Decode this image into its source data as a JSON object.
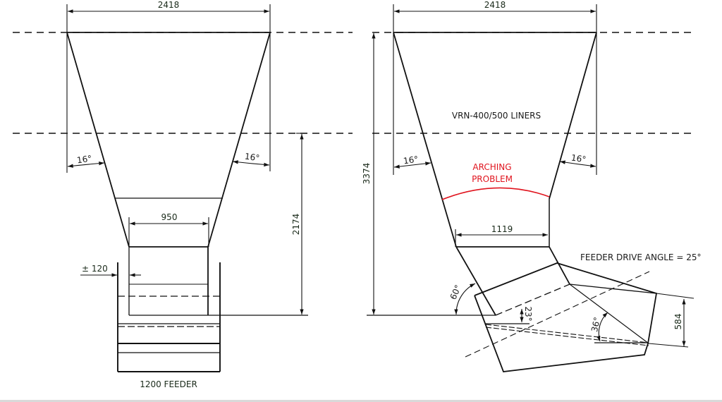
{
  "drawing": {
    "left_view": {
      "top_width": "2418",
      "bottom_opening_width": "950",
      "height": "2174",
      "side_angle_left": "16°",
      "side_angle_right": "16°",
      "offset": "± 120",
      "feeder_label": "1200 FEEDER"
    },
    "right_view": {
      "top_width": "2418",
      "overall_height": "3374",
      "side_angle_left": "16°",
      "side_angle_right": "16°",
      "liner_label": "VRN-400/500 LINERS",
      "problem_label_line1": "ARCHING",
      "problem_label_line2": "PROBLEM",
      "outlet_width": "1119",
      "chute_angle": "60°",
      "angle_23": "23°",
      "angle_36": "36°",
      "feeder_depth": "584",
      "feeder_drive_angle": "FEEDER DRIVE ANGLE = 25°"
    },
    "colors": {
      "line": "#111111",
      "problem": "#e0141e",
      "background": "#ffffff"
    }
  }
}
